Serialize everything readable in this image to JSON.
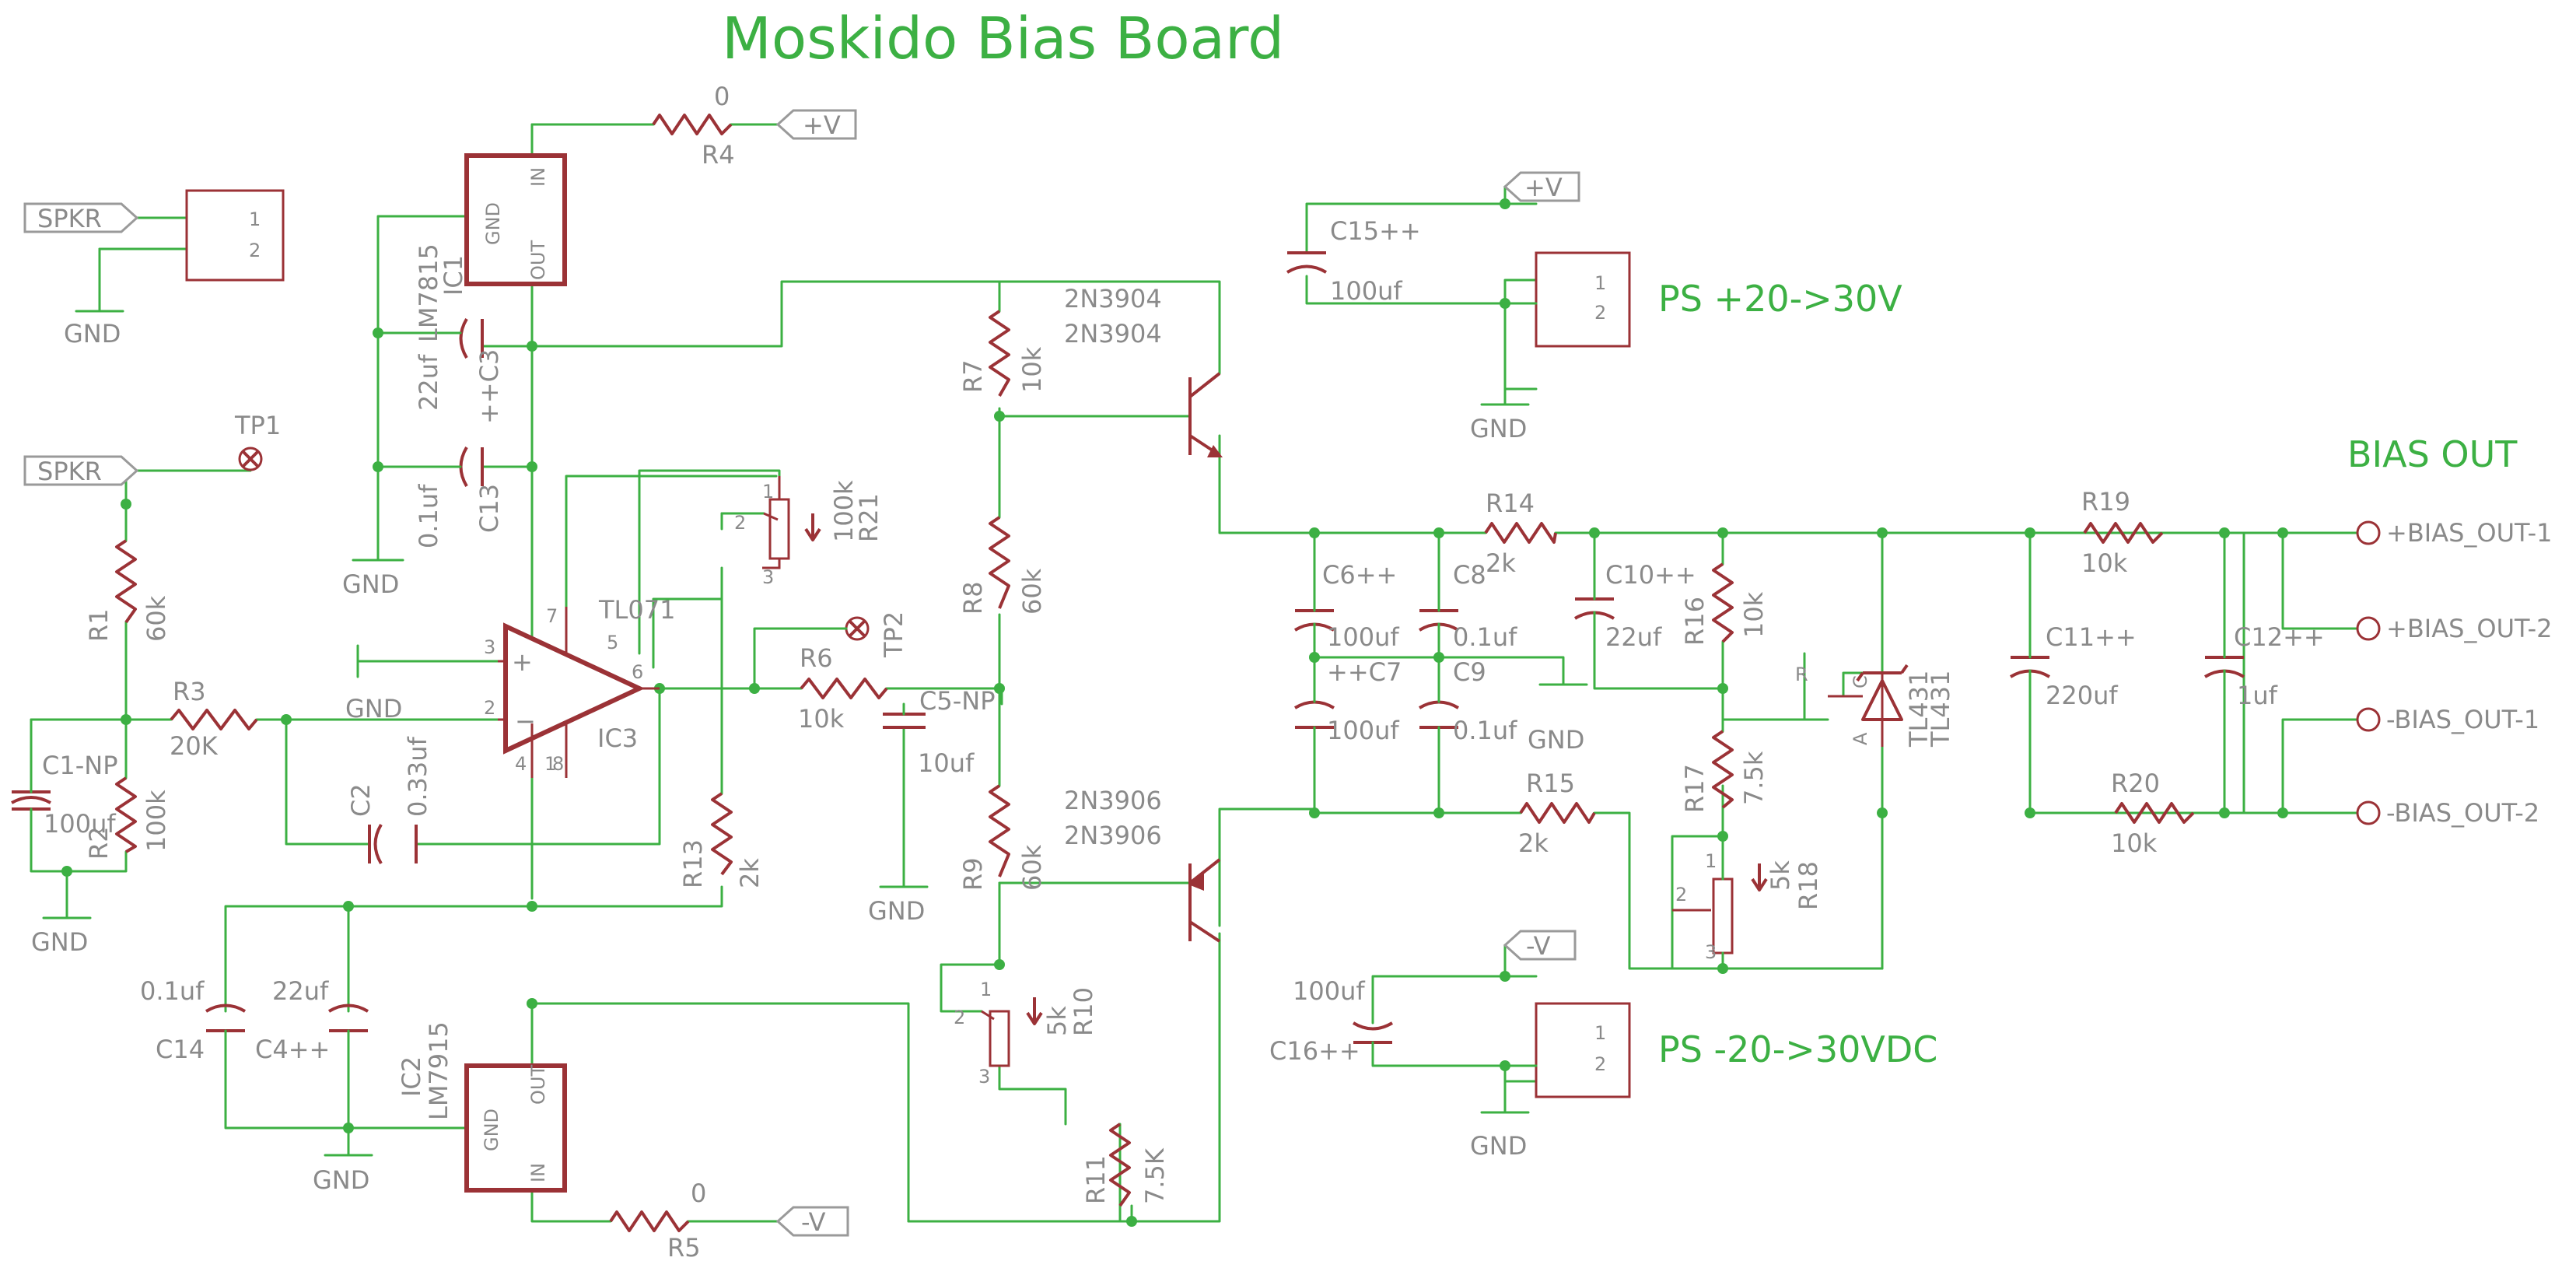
{
  "title": "Moskido Bias Board",
  "notes": {
    "ps_pos": "PS +20->30V",
    "ps_neg": "PS -20->30VDC",
    "bias_out": "BIAS OUT"
  },
  "ports": {
    "spkr_a": "SPKR",
    "spkr_b": "SPKR",
    "pv_top": "+V",
    "pv_ps": "+V",
    "nv_bot": "-V",
    "nv_ps": "-V",
    "bias_p1": "+BIAS_OUT-1",
    "bias_p2": "+BIAS_OUT-2",
    "bias_n1": "-BIAS_OUT-1",
    "bias_n2": "-BIAS_OUT-2"
  },
  "gnd": "GND",
  "pins": {
    "p1": "1",
    "p2": "2",
    "p3": "3",
    "p4": "4",
    "p5": "5",
    "p6": "6",
    "p7": "7",
    "p8": "8"
  },
  "ic_pins": {
    "gnd": "GND",
    "in": "IN",
    "out": "OUT",
    "r": "R",
    "a": "A",
    "c": "C"
  },
  "components": {
    "R1": {
      "name": "R1",
      "value": "60k"
    },
    "R2": {
      "name": "R2",
      "value": "100k"
    },
    "R3": {
      "name": "R3",
      "value": "20K"
    },
    "R4": {
      "name": "R4",
      "value": "0"
    },
    "R5": {
      "name": "R5",
      "value": "0"
    },
    "R6": {
      "name": "R6",
      "value": "10k"
    },
    "R7": {
      "name": "R7",
      "value": "10k"
    },
    "R8": {
      "name": "R8",
      "value": "60k"
    },
    "R9": {
      "name": "R9",
      "value": "60k"
    },
    "R10": {
      "name": "R10",
      "value": "5k"
    },
    "R11": {
      "name": "R11",
      "value": "7.5K"
    },
    "R13": {
      "name": "R13",
      "value": "2k"
    },
    "R14": {
      "name": "R14",
      "value": "2k"
    },
    "R15": {
      "name": "R15",
      "value": "2k"
    },
    "R16": {
      "name": "R16",
      "value": "10k"
    },
    "R17": {
      "name": "R17",
      "value": "7.5k"
    },
    "R18": {
      "name": "R18",
      "value": "5k"
    },
    "R19": {
      "name": "R19",
      "value": "10k"
    },
    "R20": {
      "name": "R20",
      "value": "10k"
    },
    "R21": {
      "name": "R21",
      "value": "100k"
    },
    "C1": {
      "name": "C1-NP",
      "value": "100uf"
    },
    "C2": {
      "name": "C2",
      "value": "0.33uf"
    },
    "C3": {
      "name": "++C3",
      "value": "22uf"
    },
    "C4": {
      "name": "C4++",
      "value": "22uf"
    },
    "C5": {
      "name": "C5-NP",
      "value": "10uf"
    },
    "C6": {
      "name": "C6++",
      "value": "100uf"
    },
    "C7": {
      "name": "++C7",
      "value": "100uf"
    },
    "C8": {
      "name": "C8",
      "value": "0.1uf"
    },
    "C9": {
      "name": "C9",
      "value": "0.1uf"
    },
    "C10": {
      "name": "C10++",
      "value": "22uf"
    },
    "C11": {
      "name": "C11++",
      "value": "220uf"
    },
    "C12": {
      "name": "C12++",
      "value": "1uf"
    },
    "C13": {
      "name": "C13",
      "value": "0.1uf"
    },
    "C14": {
      "name": "C14",
      "value": "0.1uf"
    },
    "C15": {
      "name": "C15++",
      "value": "100uf"
    },
    "C16": {
      "name": "C16++",
      "value": "100uf"
    },
    "IC1": {
      "name": "IC1",
      "value": "LM7815"
    },
    "IC2": {
      "name": "IC2",
      "value": "LM7915"
    },
    "IC3": {
      "name": "IC3",
      "value": "TL071"
    },
    "Q_top": {
      "name": "2N3904",
      "value": "2N3904"
    },
    "Q_bot": {
      "name": "2N3906",
      "value": "2N3906"
    },
    "TL431": {
      "name": "TL431",
      "value": "TL431"
    },
    "TP1": {
      "name": "TP1"
    },
    "TP2": {
      "name": "TP2"
    }
  }
}
